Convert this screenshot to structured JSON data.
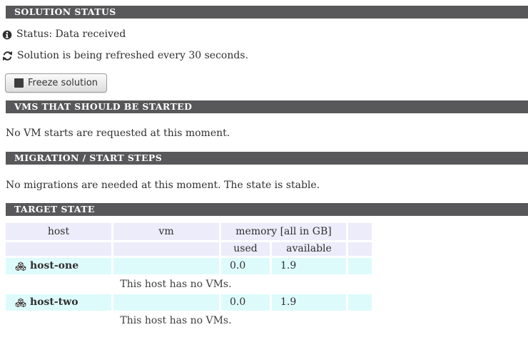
{
  "colors": {
    "bar_bg": "#58585a",
    "bar_text": "#ffffff",
    "header_cell_bg": "#ececfa",
    "data_cell_bg": "#defbfb",
    "body_text": "#2f2f2f"
  },
  "icons": {
    "status": "info-icon",
    "refresh": "refresh-icon",
    "freeze": "stop-icon",
    "host": "cubes-icon"
  },
  "solution_status": {
    "title": "SOLUTION STATUS",
    "status_line": "Status: Data received",
    "refresh_line": "Solution is being refreshed every 30 seconds.",
    "freeze_button_label": "Freeze solution"
  },
  "vms_to_start": {
    "title": "VMS THAT SHOULD BE STARTED",
    "message": "No VM starts are requested at this moment."
  },
  "migration_steps": {
    "title": "MIGRATION / START STEPS",
    "message": "No migrations are needed at this moment. The state is stable."
  },
  "target_state": {
    "title": "TARGET STATE",
    "table": {
      "headers": {
        "host": "host",
        "vm": "vm",
        "memory_group": "memory [all in GB]",
        "used": "used",
        "available": "available"
      },
      "hosts": [
        {
          "name": "host-one",
          "used": "0.0",
          "available": "1.9",
          "note": "This host has no VMs."
        },
        {
          "name": "host-two",
          "used": "0.0",
          "available": "1.9",
          "note": "This host has no VMs."
        }
      ]
    }
  }
}
